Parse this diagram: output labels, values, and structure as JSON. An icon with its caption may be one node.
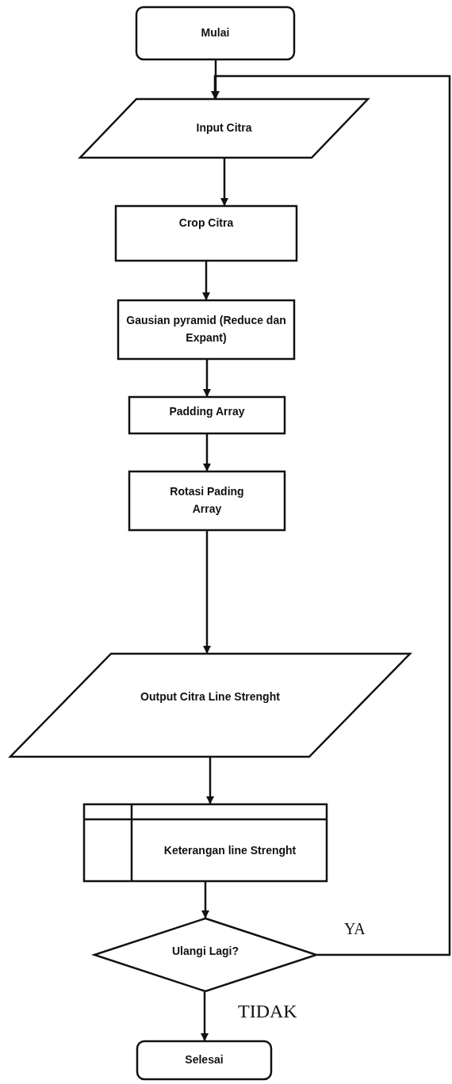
{
  "diagram": {
    "nodes": [
      {
        "text": [
          "Mulai"
        ]
      },
      {
        "text": [
          "Input Citra"
        ]
      },
      {
        "text": [
          "Crop Citra"
        ]
      },
      {
        "text": [
          "Gausian pyramid (Reduce dan Expant)"
        ]
      },
      {
        "text": [
          "Padding Array"
        ]
      },
      {
        "text": [
          "Rotasi Pading Array"
        ]
      },
      {
        "text": [
          "Output Citra Line Strenght"
        ]
      },
      {
        "text": [
          "Keterangan line Strenght"
        ]
      },
      {
        "text": [
          "Ulangi Lagi?"
        ]
      },
      {
        "text": [
          "Selesai"
        ]
      }
    ],
    "edges": [
      {
        "from": 0,
        "to": 1,
        "arrow": "to"
      },
      {
        "from": 1,
        "to": 2,
        "arrow": "to"
      },
      {
        "from": 2,
        "to": 3,
        "arrow": "to"
      },
      {
        "from": 3,
        "to": 4,
        "arrow": "to"
      },
      {
        "from": 4,
        "to": 5,
        "arrow": "to"
      },
      {
        "from": 5,
        "to": 6,
        "arrow": "to"
      },
      {
        "from": 6,
        "to": 7,
        "arrow": "to"
      },
      {
        "from": 7,
        "to": 8,
        "arrow": "to"
      },
      {
        "from": 8,
        "to": 9,
        "label": "TIDAK",
        "arrow": "to"
      },
      {
        "from": 8,
        "to": 1,
        "label": "YA",
        "arrow": "to"
      }
    ]
  }
}
